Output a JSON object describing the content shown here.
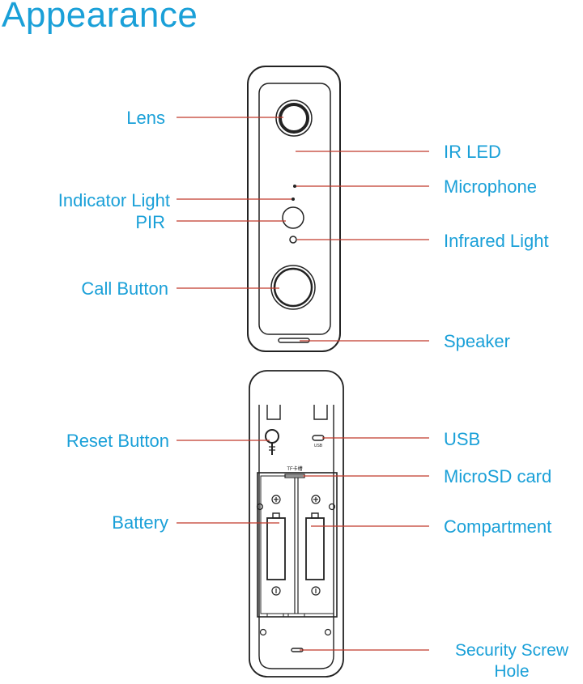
{
  "title": "Appearance",
  "front": {
    "lens": "Lens",
    "indicator_light": "Indicator Light",
    "pir": "PIR",
    "call_button": "Call Button",
    "ir_led": "IR LED",
    "microphone": "Microphone",
    "infrared_light": "Infrared Light",
    "speaker": "Speaker"
  },
  "back": {
    "reset_button": "Reset Button",
    "battery": "Battery",
    "usb": "USB",
    "microsd_card": "MicroSD card",
    "compartment": "Compartment",
    "security_screw_line1": "Security Screw",
    "security_screw_line2": "Hole",
    "usb_marking": "USB",
    "tf_marking": "TF卡槽"
  },
  "colors": {
    "label": "#1aa0d8",
    "leader": "#c0392b",
    "outline": "#222222"
  }
}
